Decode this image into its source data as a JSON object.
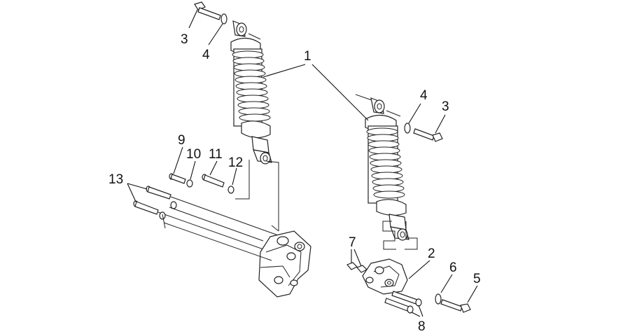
{
  "callouts": {
    "c1": "1",
    "c2": "2",
    "c3_left": "3",
    "c3_right": "3",
    "c4_left": "4",
    "c4_right": "4",
    "c5": "5",
    "c6": "6",
    "c7": "7",
    "c8": "8",
    "c9": "9",
    "c10": "10",
    "c11": "11",
    "c12": "12",
    "c13": "13"
  }
}
